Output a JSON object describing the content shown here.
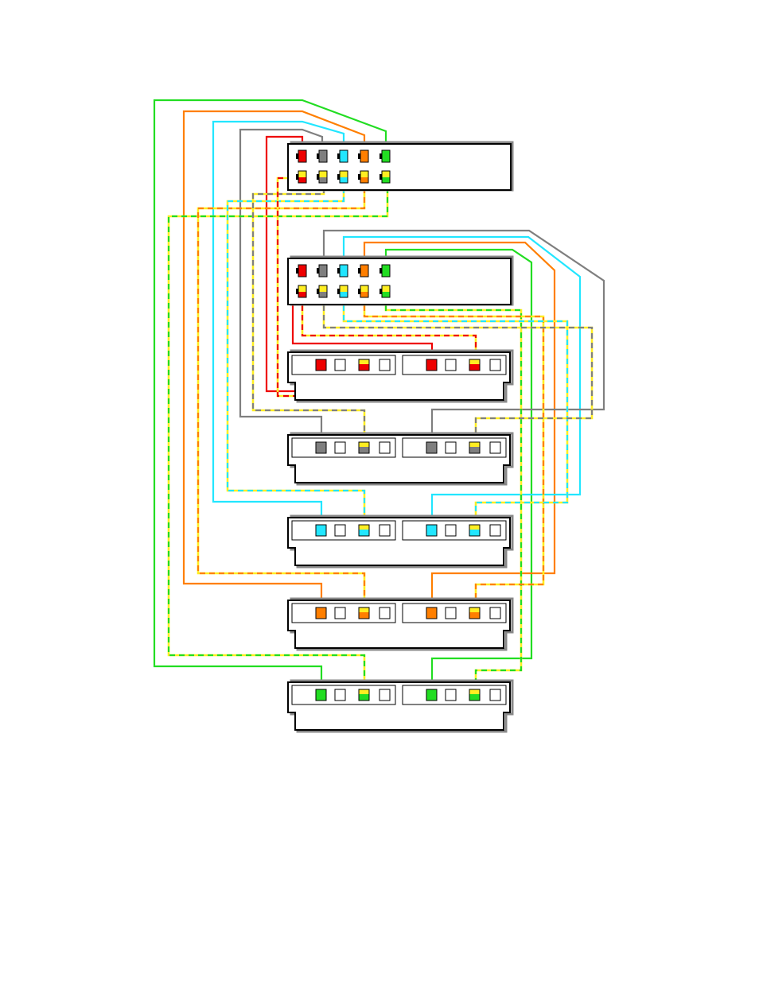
{
  "diagram": {
    "type": "wiring-diagram",
    "colors": {
      "red": "#ee0000",
      "gray": "#7f7f7f",
      "cyan": "#22e6ff",
      "orange": "#ff7f00",
      "green": "#22dd22",
      "stripe": "#ffee22",
      "outline": "#000000",
      "shadow": "#888888"
    },
    "top_connectors": [
      {
        "id": "connector-a",
        "pins": [
          "red",
          "gray",
          "cyan",
          "orange",
          "green"
        ]
      },
      {
        "id": "connector-b",
        "pins": [
          "red",
          "gray",
          "cyan",
          "orange",
          "green"
        ]
      }
    ],
    "jacks": [
      {
        "id": "jack-red",
        "color": "red"
      },
      {
        "id": "jack-gray",
        "color": "gray"
      },
      {
        "id": "jack-cyan",
        "color": "cyan"
      },
      {
        "id": "jack-orange",
        "color": "orange"
      },
      {
        "id": "jack-green",
        "color": "green"
      }
    ]
  }
}
